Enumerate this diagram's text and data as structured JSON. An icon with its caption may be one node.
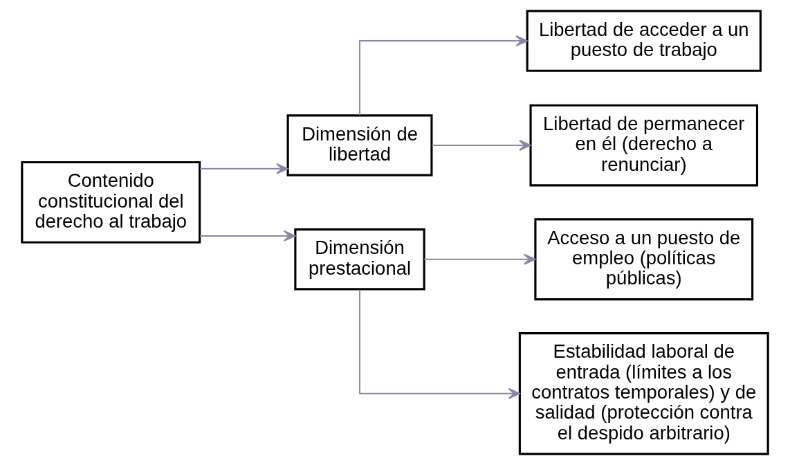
{
  "diagram": {
    "nodes": [
      {
        "text": [
          "Contenido constitucional del derecho al trabajo"
        ]
      },
      {
        "text": [
          "Dimensión de libertad"
        ]
      },
      {
        "text": [
          "Libertad de acceder a un puesto de trabajo"
        ]
      },
      {
        "text": [
          "Libertad de permanecer en él (derecho a renunciar)"
        ]
      },
      {
        "text": [
          "Dimensión prestacional"
        ]
      },
      {
        "text": [
          "Acceso a un puesto de empleo (políticas públicas)"
        ]
      },
      {
        "text": [
          "Estabilidad laboral de entrada (límites a los contratos temporales) y de salidad (protección contra el despido arbitrario)"
        ]
      }
    ],
    "edges": [
      {
        "from": 0,
        "to": 1,
        "arrow": "to"
      },
      {
        "from": 0,
        "to": 4,
        "arrow": "to"
      },
      {
        "from": 1,
        "to": 2,
        "arrow": "to"
      },
      {
        "from": 1,
        "to": 3,
        "arrow": "to"
      },
      {
        "from": 4,
        "to": 5,
        "arrow": "to"
      },
      {
        "from": 4,
        "to": 6,
        "arrow": "to"
      }
    ]
  }
}
